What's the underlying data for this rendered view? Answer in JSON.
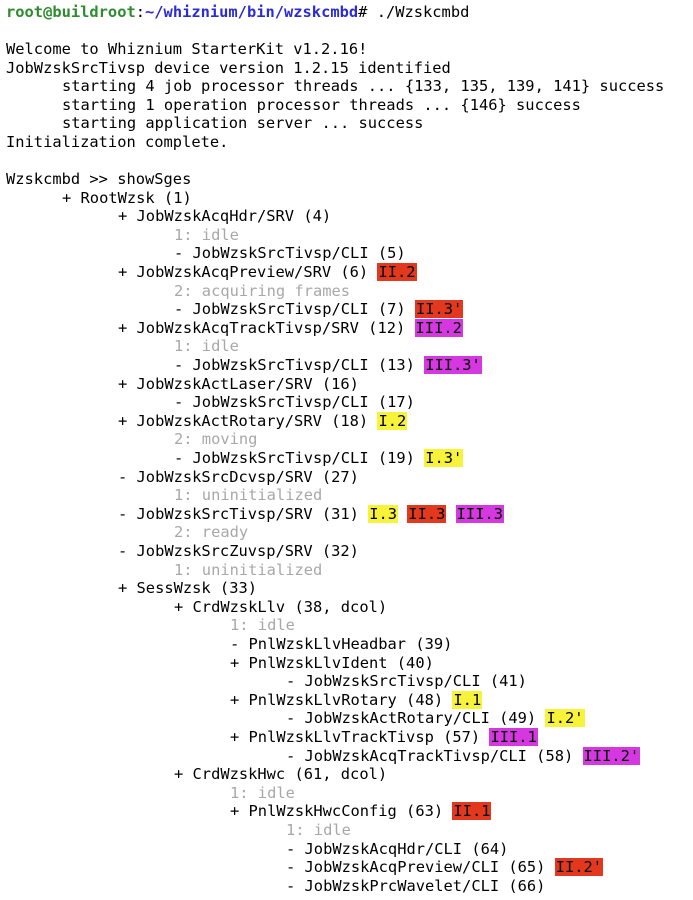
{
  "prompt": {
    "user_host": "root@buildroot",
    "sep": ":",
    "path": "~/whiznium/bin/wzskcmbd",
    "symbol": "# ",
    "command": "./Wzskcmbd"
  },
  "boot": [
    "Welcome to Whiznium StarterKit v1.2.16!",
    "JobWzskSrcTivsp device version 1.2.15 identified",
    "starting 4 job processor threads ... {133, 135, 139, 141} success",
    "starting 1 operation processor threads ... {146} success",
    "starting application server ... success",
    "Initialization complete."
  ],
  "cmd_prompt": "Wzskcmbd >> ",
  "cmd": "showSges",
  "tree": [
    {
      "indent": 0,
      "text": "+ RootWzsk (1)"
    },
    {
      "indent": 1,
      "text": "+ JobWzskAcqHdr/SRV (4)"
    },
    {
      "indent": 2,
      "text": "1: idle",
      "dim": true
    },
    {
      "indent": 2,
      "text": "- JobWzskSrcTivsp/CLI (5)"
    },
    {
      "indent": 1,
      "text": "+ JobWzskAcqPreview/SRV (6)",
      "tags": [
        {
          "t": "II.2",
          "c": "r"
        }
      ]
    },
    {
      "indent": 2,
      "text": "2: acquiring frames",
      "dim": true
    },
    {
      "indent": 2,
      "text": "- JobWzskSrcTivsp/CLI (7)",
      "tags": [
        {
          "t": "II.3'",
          "c": "r"
        }
      ]
    },
    {
      "indent": 1,
      "text": "+ JobWzskAcqTrackTivsp/SRV (12)",
      "tags": [
        {
          "t": "III.2",
          "c": "m"
        }
      ]
    },
    {
      "indent": 2,
      "text": "1: idle",
      "dim": true
    },
    {
      "indent": 2,
      "text": "- JobWzskSrcTivsp/CLI (13)",
      "tags": [
        {
          "t": "III.3'",
          "c": "m"
        }
      ]
    },
    {
      "indent": 1,
      "text": "+ JobWzskActLaser/SRV (16)"
    },
    {
      "indent": 2,
      "text": "- JobWzskSrcTivsp/CLI (17)"
    },
    {
      "indent": 1,
      "text": "+ JobWzskActRotary/SRV (18)",
      "tags": [
        {
          "t": "I.2",
          "c": "y"
        }
      ]
    },
    {
      "indent": 2,
      "text": "2: moving",
      "dim": true
    },
    {
      "indent": 2,
      "text": "- JobWzskSrcTivsp/CLI (19)",
      "tags": [
        {
          "t": "I.3'",
          "c": "y"
        }
      ]
    },
    {
      "indent": 1,
      "text": "- JobWzskSrcDcvsp/SRV (27)"
    },
    {
      "indent": 2,
      "text": "1: uninitialized",
      "dim": true
    },
    {
      "indent": 1,
      "text": "- JobWzskSrcTivsp/SRV (31)",
      "tags": [
        {
          "t": "I.3",
          "c": "y"
        },
        {
          "t": "II.3",
          "c": "r"
        },
        {
          "t": "III.3",
          "c": "m"
        }
      ]
    },
    {
      "indent": 2,
      "text": "2: ready",
      "dim": true
    },
    {
      "indent": 1,
      "text": "- JobWzskSrcZuvsp/SRV (32)"
    },
    {
      "indent": 2,
      "text": "1: uninitialized",
      "dim": true
    },
    {
      "indent": 1,
      "text": "+ SessWzsk (33)"
    },
    {
      "indent": 2,
      "text": "+ CrdWzskLlv (38, dcol)"
    },
    {
      "indent": 3,
      "text": "1: idle",
      "dim": true
    },
    {
      "indent": 3,
      "text": "- PnlWzskLlvHeadbar (39)"
    },
    {
      "indent": 3,
      "text": "+ PnlWzskLlvIdent (40)"
    },
    {
      "indent": 4,
      "text": "- JobWzskSrcTivsp/CLI (41)"
    },
    {
      "indent": 3,
      "text": "+ PnlWzskLlvRotary (48)",
      "tags": [
        {
          "t": "I.1",
          "c": "y"
        }
      ]
    },
    {
      "indent": 4,
      "text": "- JobWzskActRotary/CLI (49)",
      "tags": [
        {
          "t": "I.2'",
          "c": "y"
        }
      ]
    },
    {
      "indent": 3,
      "text": "+ PnlWzskLlvTrackTivsp (57)",
      "tags": [
        {
          "t": "III.1",
          "c": "m"
        }
      ]
    },
    {
      "indent": 4,
      "text": "- JobWzskAcqTrackTivsp/CLI (58)",
      "tags": [
        {
          "t": "III.2'",
          "c": "m"
        }
      ]
    },
    {
      "indent": 2,
      "text": "+ CrdWzskHwc (61, dcol)"
    },
    {
      "indent": 3,
      "text": "1: idle",
      "dim": true
    },
    {
      "indent": 3,
      "text": "+ PnlWzskHwcConfig (63)",
      "tags": [
        {
          "t": "II.1",
          "c": "r"
        }
      ]
    },
    {
      "indent": 4,
      "text": "1: idle",
      "dim": true
    },
    {
      "indent": 4,
      "text": "- JobWzskAcqHdr/CLI (64)"
    },
    {
      "indent": 4,
      "text": "- JobWzskAcqPreview/CLI (65)",
      "tags": [
        {
          "t": "II.2'",
          "c": "r"
        }
      ]
    },
    {
      "indent": 4,
      "text": "- JobWzskPrcWavelet/CLI (66)"
    }
  ]
}
